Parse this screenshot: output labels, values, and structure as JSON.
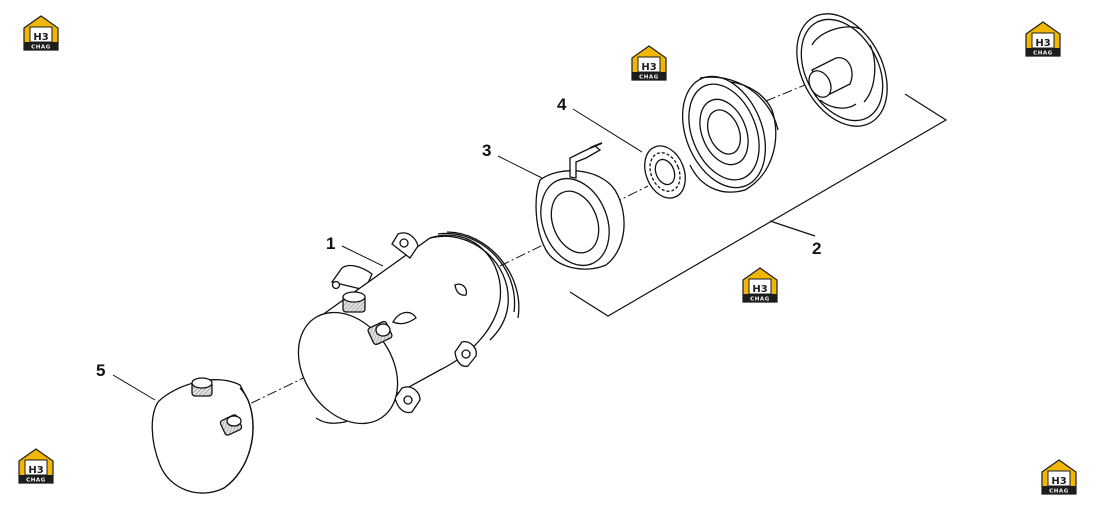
{
  "diagram": {
    "callouts": [
      {
        "id": "1",
        "label": "1"
      },
      {
        "id": "2",
        "label": "2"
      },
      {
        "id": "3",
        "label": "3"
      },
      {
        "id": "4",
        "label": "4"
      },
      {
        "id": "5",
        "label": "5"
      }
    ],
    "watermark": {
      "logo_mark": "H3",
      "logo_text": "CHAG",
      "colors": {
        "gold": "#f2b705",
        "dark": "#1c1c1c",
        "white": "#ffffff"
      }
    },
    "line_color": "#111111",
    "shading_color": "#c9c9c9"
  }
}
